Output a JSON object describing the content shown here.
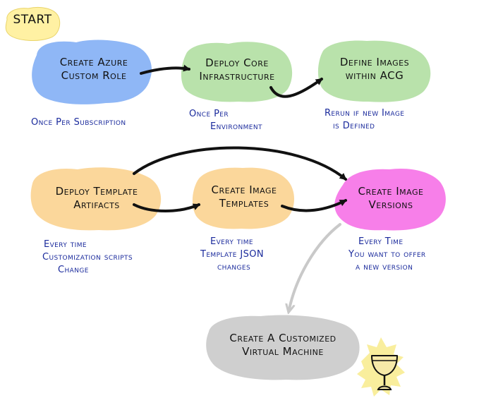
{
  "start_label": "START",
  "colors": {
    "blue": "#8fb7f6",
    "green": "#b9e2ab",
    "orange": "#fbd79b",
    "magenta": "#f77fe9",
    "gray": "#cfcfcf",
    "start_yellow": "#fff1a3",
    "note_blue": "#1a2a9c",
    "arrow_black": "#111111",
    "arrow_gray": "#c9c9c9",
    "grail_gold": "#f4e04c"
  },
  "nodes": [
    {
      "id": "create-azure-custom-role",
      "lines": [
        "Create Azure",
        "Custom Role"
      ],
      "color": "blue"
    },
    {
      "id": "deploy-core-infrastructure",
      "lines": [
        "Deploy Core",
        "Infrastructure"
      ],
      "color": "green"
    },
    {
      "id": "define-images-within-acg",
      "lines": [
        "Define Images",
        "within ACG"
      ],
      "color": "green"
    },
    {
      "id": "deploy-template-artifacts",
      "lines": [
        "Deploy Template",
        "Artifacts"
      ],
      "color": "orange"
    },
    {
      "id": "create-image-templates",
      "lines": [
        "Create Image",
        "Templates"
      ],
      "color": "orange"
    },
    {
      "id": "create-image-versions",
      "lines": [
        "Create Image",
        "Versions"
      ],
      "color": "magenta"
    },
    {
      "id": "create-customized-vm",
      "lines": [
        "Create A Customized",
        "Virtual Machine"
      ],
      "color": "gray"
    }
  ],
  "notes": [
    {
      "id": "once-per-subscription",
      "lines": [
        "Once Per Subscription"
      ]
    },
    {
      "id": "once-per-environment",
      "lines": [
        "Once Per",
        "Environment"
      ]
    },
    {
      "id": "rerun-if-new-image",
      "lines": [
        "Rerun if new Image",
        "is Defined"
      ]
    },
    {
      "id": "every-time-scripts",
      "lines": [
        "Every time",
        "Customization scripts",
        "Change"
      ]
    },
    {
      "id": "every-time-template-json",
      "lines": [
        "Every time",
        "Template JSON",
        "changes"
      ]
    },
    {
      "id": "every-time-new-version",
      "lines": [
        "Every Time",
        "You want to offer",
        "a new version"
      ]
    }
  ],
  "edges": [
    {
      "from": "create-azure-custom-role",
      "to": "deploy-core-infrastructure",
      "style": "black"
    },
    {
      "from": "deploy-core-infrastructure",
      "to": "define-images-within-acg",
      "style": "black"
    },
    {
      "from": "deploy-template-artifacts",
      "to": "create-image-templates",
      "style": "black"
    },
    {
      "from": "create-image-templates",
      "to": "create-image-versions",
      "style": "black"
    },
    {
      "from": "deploy-template-artifacts",
      "to": "create-image-versions",
      "style": "black"
    },
    {
      "from": "create-image-versions",
      "to": "create-customized-vm",
      "style": "gray"
    }
  ],
  "decoration": {
    "icon": "holy-grail-icon"
  }
}
